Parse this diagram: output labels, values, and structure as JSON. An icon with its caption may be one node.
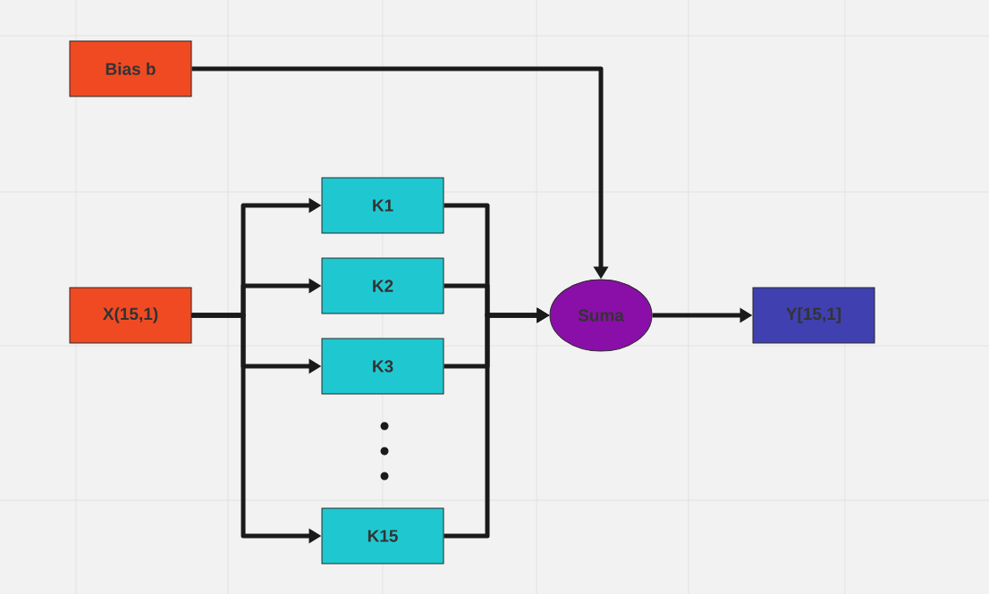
{
  "diagram": {
    "nodes": [
      {
        "text": [
          "Bias b"
        ]
      },
      {
        "text": [
          "X(15,1)"
        ]
      },
      {
        "text": [
          "K1"
        ]
      },
      {
        "text": [
          "K2"
        ]
      },
      {
        "text": [
          "K3"
        ]
      },
      {
        "text": [
          "K15"
        ]
      },
      {
        "text": [
          "Suma"
        ]
      },
      {
        "text": [
          "Y[15,1]"
        ]
      }
    ],
    "edges": [
      {
        "from": 0,
        "to": 6,
        "arrow": "to"
      },
      {
        "from": 1,
        "to": 2,
        "arrow": "to"
      },
      {
        "from": 1,
        "to": 3,
        "arrow": "to"
      },
      {
        "from": 1,
        "to": 4,
        "arrow": "to"
      },
      {
        "from": 1,
        "to": 5,
        "arrow": "to"
      },
      {
        "from": 2,
        "to": 6,
        "arrow": "to"
      },
      {
        "from": 3,
        "to": 6,
        "arrow": "to"
      },
      {
        "from": 4,
        "to": 6,
        "arrow": "to"
      },
      {
        "from": 5,
        "to": 6,
        "arrow": "to"
      },
      {
        "from": 6,
        "to": 7,
        "arrow": "to"
      }
    ]
  }
}
